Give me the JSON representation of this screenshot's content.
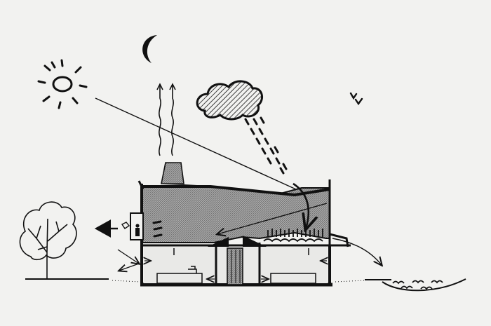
{
  "diagram": {
    "kind": "architectural-section-sketch",
    "elements": [
      "sun-icon",
      "moon-icon",
      "cloud-icon",
      "rain-icon",
      "birds-icon",
      "heat-waves-icon",
      "chimney",
      "house-section",
      "roof-mass",
      "sun-ray",
      "deflected-ray",
      "tree-icon",
      "person-icon",
      "water-body",
      "ground-line"
    ],
    "colors": {
      "background": "#f2f2f0",
      "ink": "#111111",
      "hatch": "#9a9a9a",
      "interior": "#e8e8e6"
    }
  }
}
